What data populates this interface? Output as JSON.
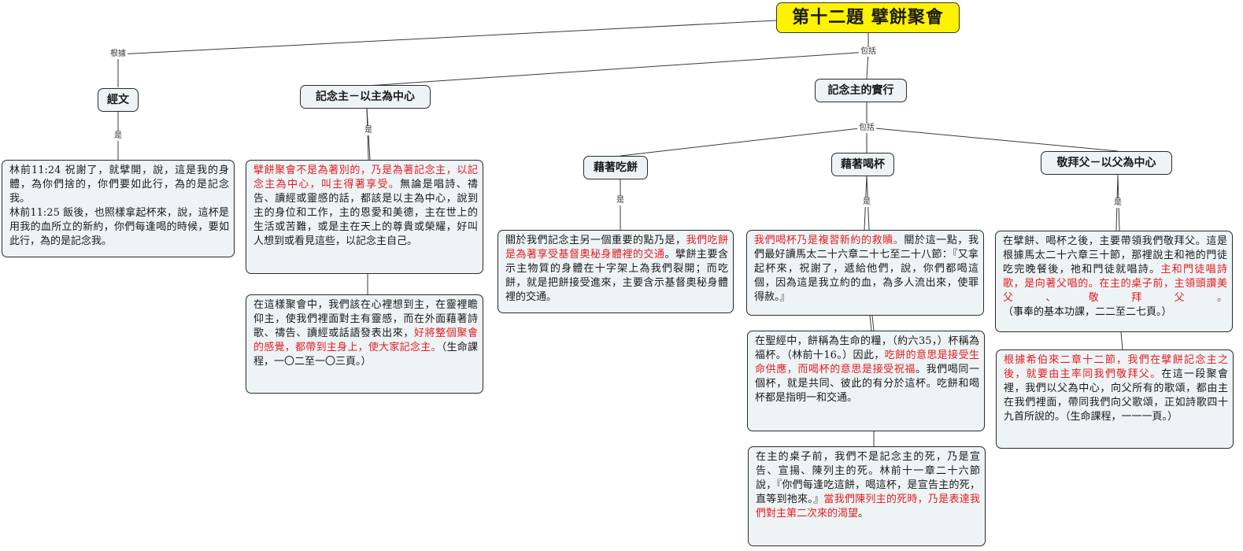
{
  "title": "第十二題  擘餅聚會",
  "labels": {
    "basis": "根據",
    "include1": "包括",
    "include2": "包括",
    "is1": "是",
    "is2": "是",
    "is3": "是",
    "is4": "是",
    "is5": "是"
  },
  "topics": {
    "scripture": "經文",
    "remember": "記念主－以主為中心",
    "practice": "記念主的實行",
    "bread": "藉著吃餅",
    "cup": "藉著喝杯",
    "worship": "敬拜父－以父為中心"
  },
  "notes": {
    "scripture": [
      {
        "t": "林前11:24  祝謝了，就擘開，說，這是我的身體，為你們捨的，你們要如此行，為的是記念我。",
        "red": false
      },
      {
        "t": "林前11:25  飯後，也照樣拿起杯來，說，這杯是用我的血所立的新約，你們每逢喝的時候，要如此行，為的是記念我。",
        "red": false
      }
    ],
    "remember1": [
      {
        "t": "擘餅聚會不是為著別的，乃是為著記念主，以記念主為中心，叫主得著享受。",
        "red": true
      },
      {
        "t": "無論是唱詩、禱告、讀經或靈感的話，都該是以主為中心，說到主的身位和工作，主的恩愛和美德，主在世上的生活或苦難，或是主在天上的尊貴或榮耀，好叫人想到或看見這些，以記念主自己。",
        "red": false
      }
    ],
    "remember2": [
      {
        "t": "在這樣聚會中，我們該在心裡想到主，在靈裡瞻仰主，使我們裡面對主有靈感，而在外面藉著詩歌、禱告、讀經或話語發表出來，",
        "red": false
      },
      {
        "t": "好將整個聚會的感覺，都帶到主身上，使大家記念主。",
        "red": true
      },
      {
        "t": "（生命課程，一〇二至一〇三頁。）",
        "red": false
      }
    ],
    "bread": [
      {
        "t": "關於我們記念主另一個重要的點乃是，",
        "red": false
      },
      {
        "t": "我們吃餅是為著享受基督奧秘身體裡的交通",
        "red": true
      },
      {
        "t": "。擘餅主要含示主物質的身體在十字架上為我們裂開；而吃餅，就是把餅接受進來，主要含示基督奧秘身體裡的交通。",
        "red": false
      }
    ],
    "cup1": [
      {
        "t": "我們喝杯乃是複習新約的救贖。",
        "red": true
      },
      {
        "t": "關於這一點，我們最好讀馬太二十六章二十七至二十八節：『又拿起杯來，祝謝了，遞給他們，說，你們都喝這個，因為這是我立約的血，為多人流出來，使罪得赦。』",
        "red": false
      }
    ],
    "cup2": [
      {
        "t": "在聖經中，餅稱為生命的糧，（約六35，）杯稱為福杯。（林前十16。）因此，",
        "red": false
      },
      {
        "t": "吃餅的意思是接受生命供應，而喝杯的意思是接受祝福",
        "red": true
      },
      {
        "t": "。我們喝同一個杯，就是共同、彼此的有分於這杯。吃餅和喝杯都是指明一和交通。",
        "red": false
      }
    ],
    "cup3": [
      {
        "t": "在主的桌子前，我們不是記念主的死，乃是宣告、宣揚、陳列主的死。林前十一章二十六節說，『你們每逢吃這餅，喝這杯，是宣告主的死，直等到祂來。』",
        "red": false
      },
      {
        "t": "當我們陳列主的死時，乃是表達我們對主第二次來的渴望",
        "red": true
      },
      {
        "t": "。",
        "red": false
      }
    ],
    "worship1": [
      {
        "t": "在擘餅、喝杯之後，主要帶領我們敬拜父。這是根據馬太二十六章三十節，那裡說主和祂的門徒吃完晚餐後，祂和門徒就唱詩。",
        "red": false
      },
      {
        "t": "主和門徒唱詩歌，是向著父唱的。在主的桌子前，主領頭讚美父、敬拜父。",
        "red": true
      },
      {
        "t": "（事奉的基本功課，二二至二七頁。）",
        "red": false
      }
    ],
    "worship2": [
      {
        "t": "根據希伯來二章十二節，我們在擘餅記念主之後，就要由主率同我們敬拜父。",
        "red": true
      },
      {
        "t": "在這一段聚會裡，我們以父為中心，向父所有的歌頌，都由主在我們裡面，帶同我們向父歌頌，正如詩歌四十九首所說的。（生命課程，一一一頁。）",
        "red": false
      }
    ]
  }
}
